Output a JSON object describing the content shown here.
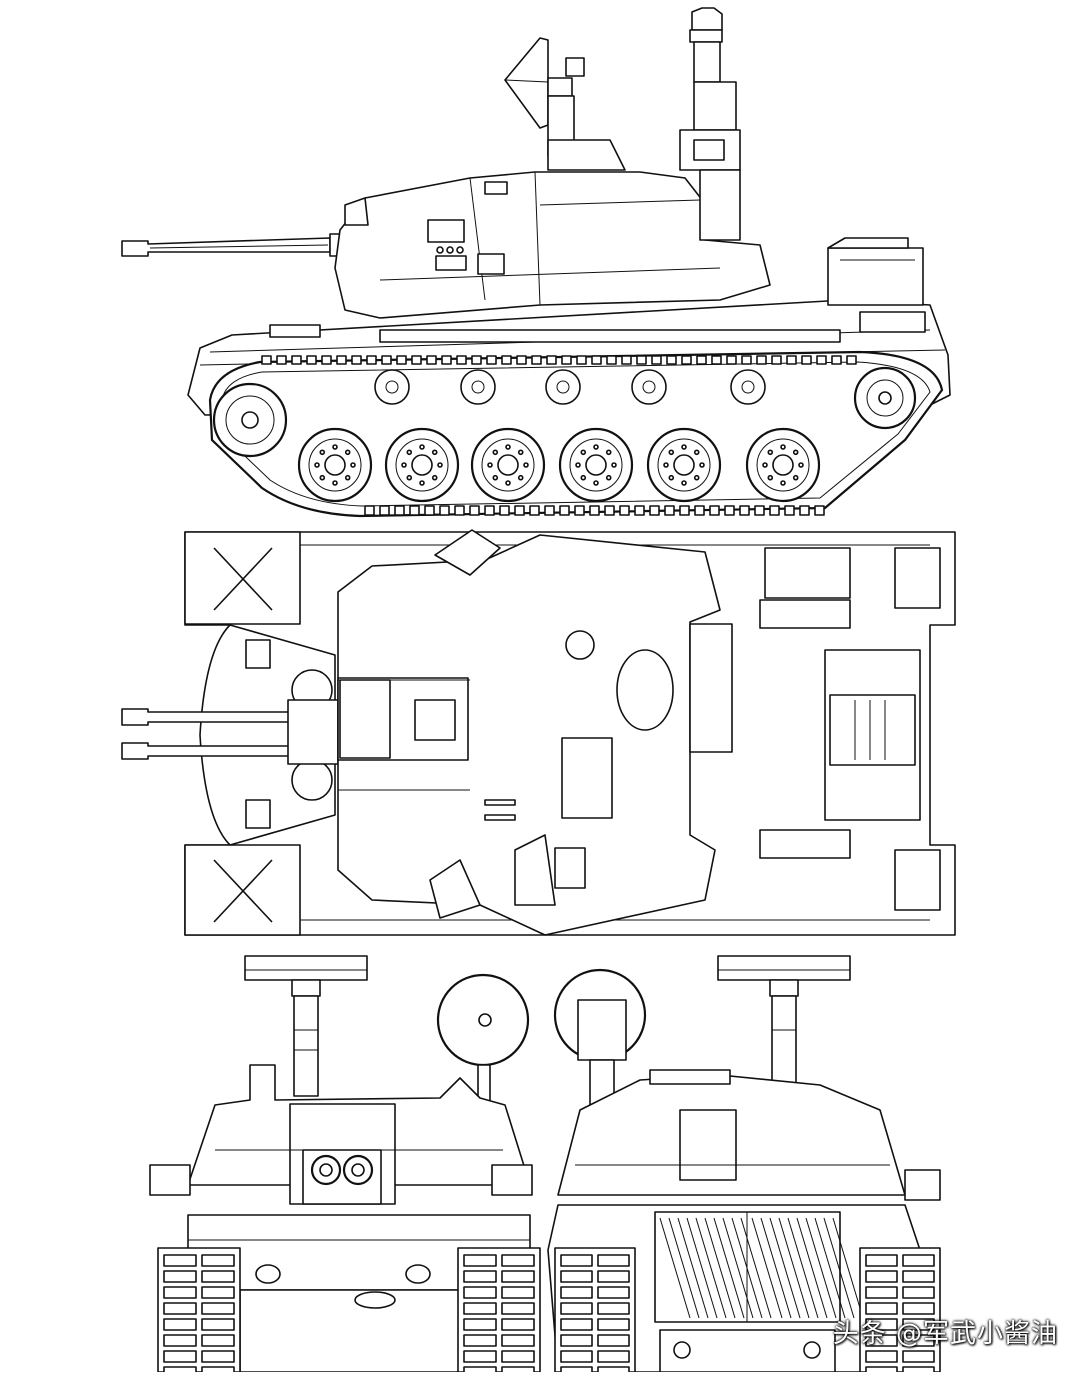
{
  "figure": {
    "views": [
      "side-view",
      "top-view",
      "front-view",
      "rear-view"
    ]
  },
  "watermark": {
    "text": "头条 @军武小酱油"
  }
}
